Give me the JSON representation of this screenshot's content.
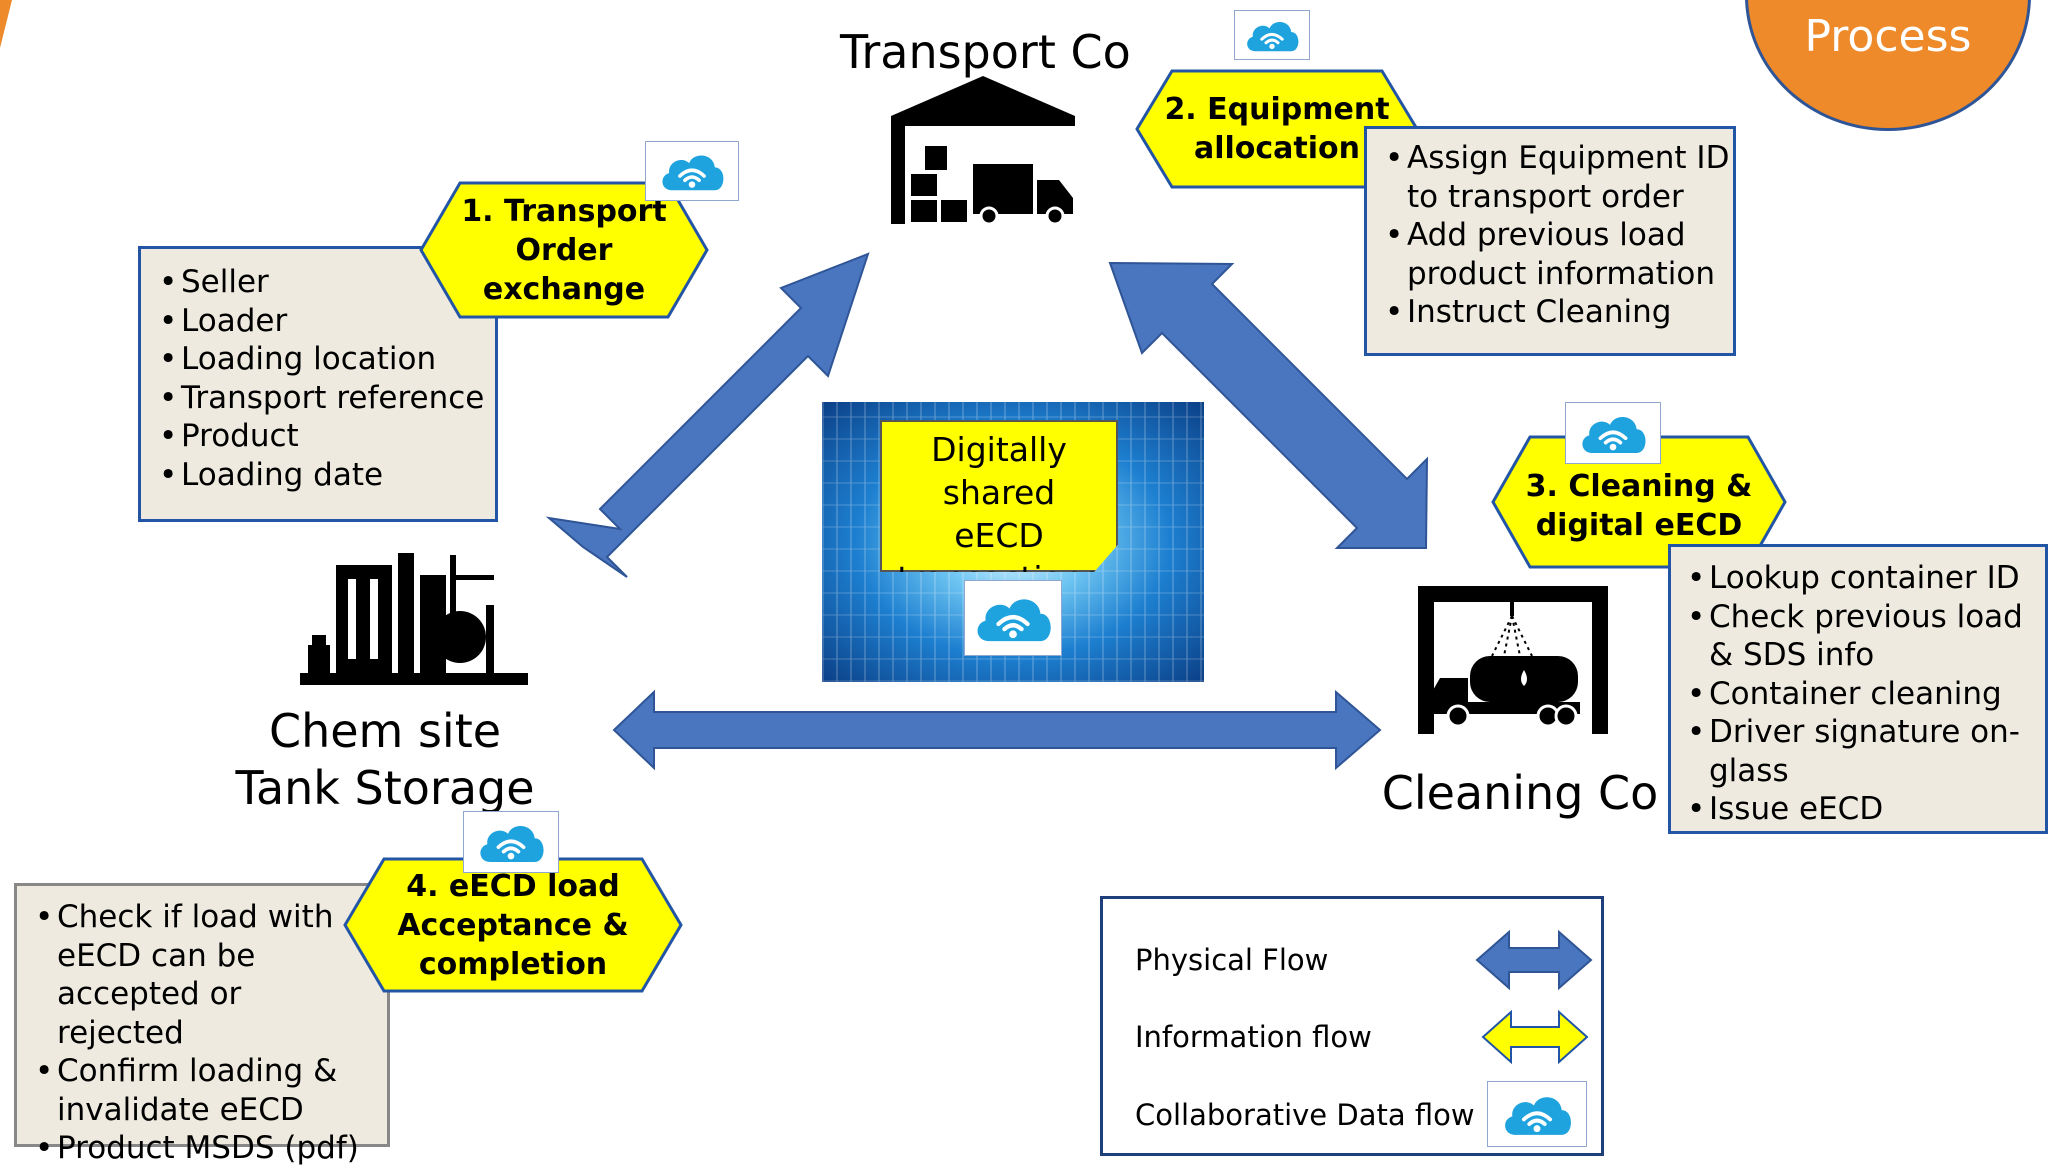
{
  "process_tab": "Process",
  "nodes": {
    "transport": "Transport Co",
    "chem_line1": "Chem site",
    "chem_line2": "Tank Storage",
    "cleaning": "Cleaning Co"
  },
  "steps": [
    {
      "lines": [
        "1. Transport",
        "Order",
        "exchange"
      ]
    },
    {
      "lines": [
        "2. Equipment",
        "allocation"
      ]
    },
    {
      "lines": [
        "3. Cleaning &",
        "digital eECD"
      ]
    },
    {
      "lines": [
        "4. eECD load",
        "Acceptance &",
        "completion"
      ]
    }
  ],
  "lists": {
    "step1": [
      "Seller",
      "Loader",
      "Loading location",
      "Transport reference",
      "Product",
      "Loading date"
    ],
    "step2": [
      "Assign Equipment ID to transport order",
      "Add previous load product information",
      "Instruct Cleaning"
    ],
    "step3": [
      "Lookup container ID",
      "Check previous load & SDS info",
      "Container cleaning",
      "Driver signature on-glass",
      "Issue eECD"
    ],
    "step4": [
      "Check if load with eECD can be accepted or rejected",
      "Confirm loading & invalidate eECD",
      "Product MSDS (pdf)"
    ]
  },
  "center": {
    "lines": [
      "Digitally shared",
      "eECD",
      "transactions"
    ]
  },
  "legend": {
    "physical": "Physical Flow",
    "information": "Information flow",
    "collaborative": "Collaborative Data flow"
  },
  "colors": {
    "physical_arrow": "#4a76bf",
    "info_arrow": "#ffff00",
    "step_fill": "#ffff00",
    "step_border": "#2355a6",
    "box_fill": "#eeeadf",
    "orange_tab": "#ee8a2a",
    "cloud": "#1fa3de"
  },
  "icons": [
    "cloud-wifi-icon",
    "warehouse-truck-icon",
    "chemical-plant-icon",
    "truck-wash-icon"
  ]
}
